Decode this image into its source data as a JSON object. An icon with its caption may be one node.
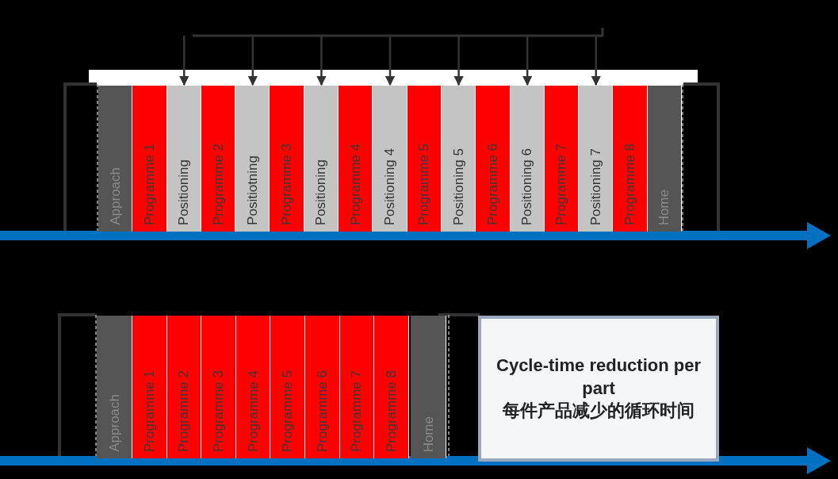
{
  "diagram": {
    "nodes": [
      {
        "text": [
          "Approach"
        ]
      },
      {
        "text": [
          "Programme 1"
        ]
      },
      {
        "text": [
          "Positioning"
        ]
      },
      {
        "text": [
          "Programme 2"
        ]
      },
      {
        "text": [
          "Positiotning"
        ]
      },
      {
        "text": [
          "Programme 3"
        ]
      },
      {
        "text": [
          "Positioning"
        ]
      },
      {
        "text": [
          "Programme 4"
        ]
      },
      {
        "text": [
          "Positioning 4"
        ]
      },
      {
        "text": [
          "Programme 5"
        ]
      },
      {
        "text": [
          "Positioning 5"
        ]
      },
      {
        "text": [
          "Programme 6"
        ]
      },
      {
        "text": [
          "Positioning 6"
        ]
      },
      {
        "text": [
          "Programme 7"
        ]
      },
      {
        "text": [
          "Positioning 7"
        ]
      },
      {
        "text": [
          "Programme 8"
        ]
      },
      {
        "text": [
          "Home"
        ]
      },
      {
        "text": [
          "Approach"
        ]
      },
      {
        "text": [
          "Programme 1"
        ]
      },
      {
        "text": [
          "Programme 2"
        ]
      },
      {
        "text": [
          "Programme 3"
        ]
      },
      {
        "text": [
          "Programme 4"
        ]
      },
      {
        "text": [
          "Programme 5"
        ]
      },
      {
        "text": [
          "Programme 6"
        ]
      },
      {
        "text": [
          "Programme 7"
        ]
      },
      {
        "text": [
          "Programme 8"
        ]
      },
      {
        "text": [
          "Home"
        ]
      },
      {
        "text": [
          "Cycle-time reduction per part",
          "每件产品减少的循环时间"
        ]
      }
    ],
    "edges": [
      {
        "from": null,
        "to": 2,
        "arrow": "to"
      },
      {
        "from": null,
        "to": 4,
        "arrow": "to"
      },
      {
        "from": null,
        "to": 6,
        "arrow": "to"
      },
      {
        "from": null,
        "to": 8,
        "arrow": "to"
      },
      {
        "from": null,
        "to": 10,
        "arrow": "to"
      },
      {
        "from": null,
        "to": 12,
        "arrow": "to"
      },
      {
        "from": null,
        "to": 14,
        "arrow": "to"
      }
    ]
  }
}
